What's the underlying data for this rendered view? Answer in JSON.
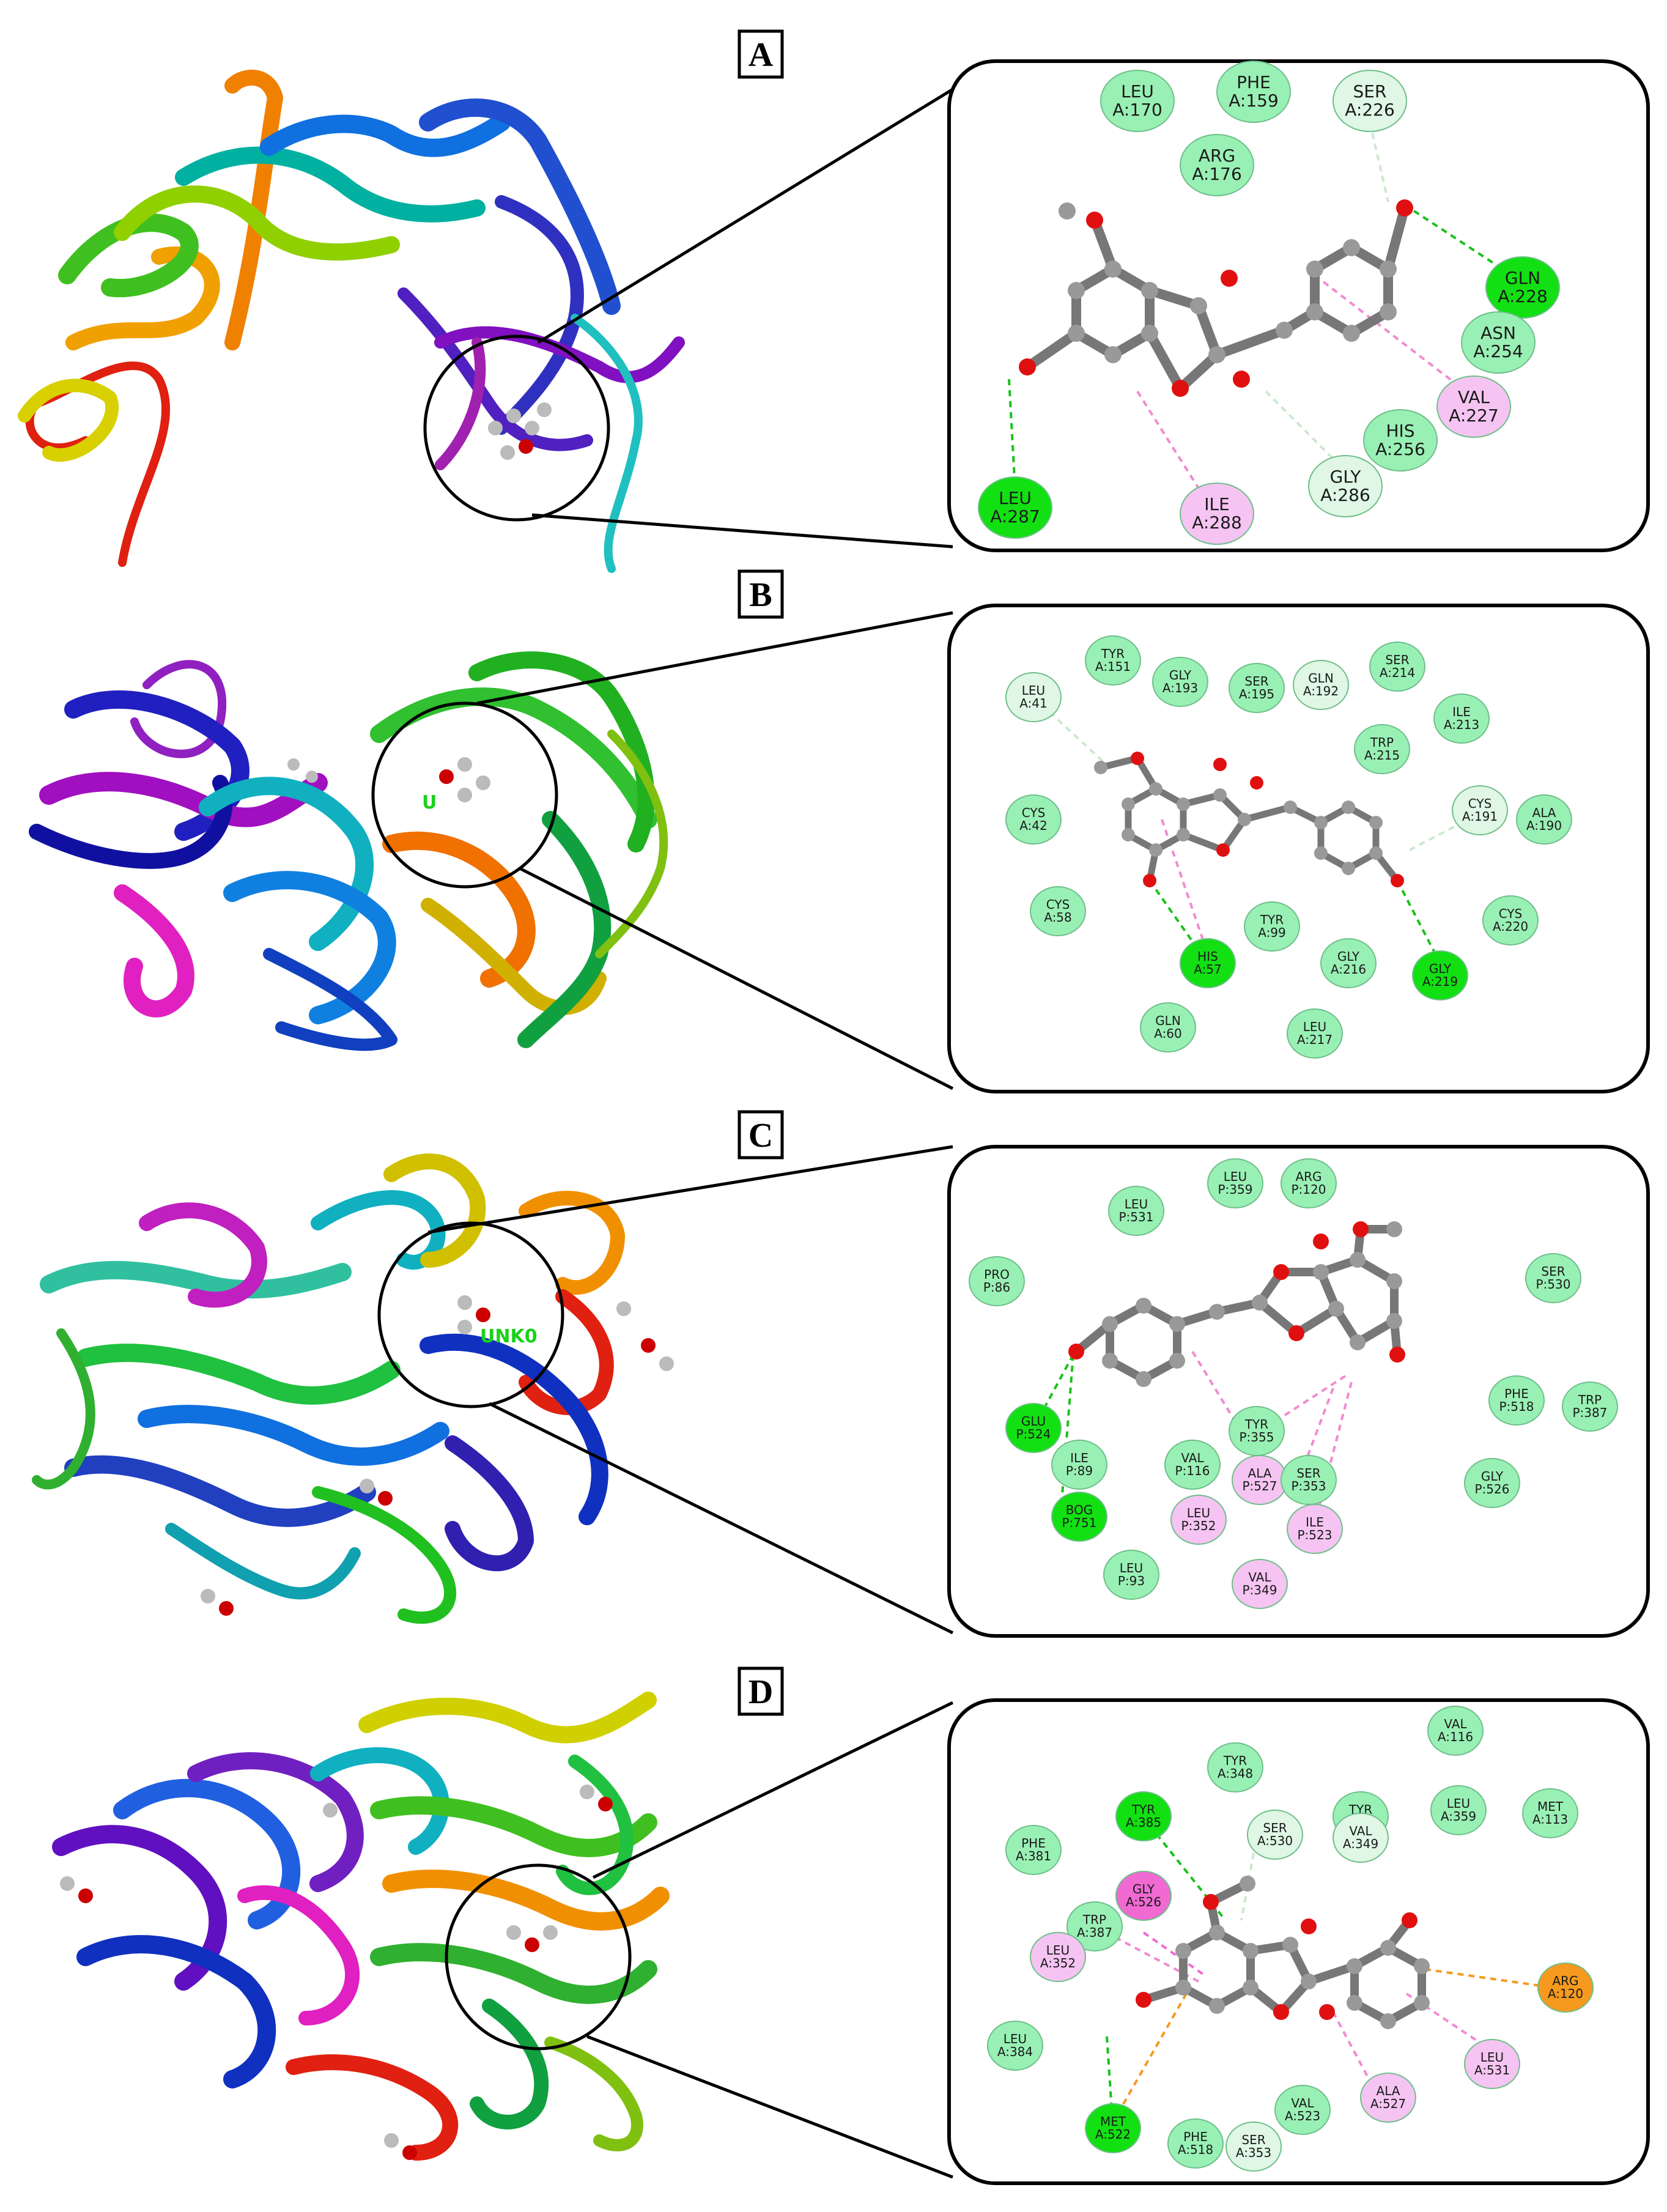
{
  "panels": [
    {
      "label": "A",
      "residues": [
        {
          "code": "LEU",
          "id": "A:170",
          "type": "vdw"
        },
        {
          "code": "PHE",
          "id": "A:159",
          "type": "vdw"
        },
        {
          "code": "SER",
          "id": "A:226",
          "type": "ch"
        },
        {
          "code": "ARG",
          "id": "A:176",
          "type": "vdw"
        },
        {
          "code": "GLN",
          "id": "A:228",
          "type": "hb"
        },
        {
          "code": "ASN",
          "id": "A:254",
          "type": "vdw"
        },
        {
          "code": "VAL",
          "id": "A:227",
          "type": "pi"
        },
        {
          "code": "HIS",
          "id": "A:256",
          "type": "vdw"
        },
        {
          "code": "GLY",
          "id": "A:286",
          "type": "ch"
        },
        {
          "code": "ILE",
          "id": "A:288",
          "type": "pi"
        },
        {
          "code": "LEU",
          "id": "A:287",
          "type": "hb"
        }
      ]
    },
    {
      "label": "B",
      "residues": [
        {
          "code": "TYR",
          "id": "A:151",
          "type": "vdw"
        },
        {
          "code": "LEU",
          "id": "A:41",
          "type": "ch"
        },
        {
          "code": "GLY",
          "id": "A:193",
          "type": "vdw"
        },
        {
          "code": "SER",
          "id": "A:195",
          "type": "vdw"
        },
        {
          "code": "GLN",
          "id": "A:192",
          "type": "ch"
        },
        {
          "code": "SER",
          "id": "A:214",
          "type": "vdw"
        },
        {
          "code": "ILE",
          "id": "A:213",
          "type": "vdw"
        },
        {
          "code": "TRP",
          "id": "A:215",
          "type": "vdw"
        },
        {
          "code": "CYS",
          "id": "A:42",
          "type": "vdw"
        },
        {
          "code": "CYS",
          "id": "A:191",
          "type": "ch"
        },
        {
          "code": "ALA",
          "id": "A:190",
          "type": "vdw"
        },
        {
          "code": "CYS",
          "id": "A:58",
          "type": "vdw"
        },
        {
          "code": "TYR",
          "id": "A:99",
          "type": "vdw"
        },
        {
          "code": "HIS",
          "id": "A:57",
          "type": "hb"
        },
        {
          "code": "GLY",
          "id": "A:216",
          "type": "vdw"
        },
        {
          "code": "GLY",
          "id": "A:219",
          "type": "hb"
        },
        {
          "code": "CYS",
          "id": "A:220",
          "type": "vdw"
        },
        {
          "code": "GLN",
          "id": "A:60",
          "type": "vdw"
        },
        {
          "code": "LEU",
          "id": "A:217",
          "type": "vdw"
        }
      ]
    },
    {
      "label": "C",
      "ligand_label": "UNK0",
      "residues": [
        {
          "code": "LEU",
          "id": "P:359",
          "type": "vdw"
        },
        {
          "code": "LEU",
          "id": "P:531",
          "type": "vdw"
        },
        {
          "code": "ARG",
          "id": "P:120",
          "type": "vdw"
        },
        {
          "code": "PRO",
          "id": "P:86",
          "type": "vdw"
        },
        {
          "code": "SER",
          "id": "P:530",
          "type": "vdw"
        },
        {
          "code": "PHE",
          "id": "P:518",
          "type": "vdw"
        },
        {
          "code": "TRP",
          "id": "P:387",
          "type": "vdw"
        },
        {
          "code": "GLU",
          "id": "P:524",
          "type": "hb"
        },
        {
          "code": "TYR",
          "id": "P:355",
          "type": "vdw"
        },
        {
          "code": "ILE",
          "id": "P:89",
          "type": "vdw"
        },
        {
          "code": "VAL",
          "id": "P:116",
          "type": "vdw"
        },
        {
          "code": "ALA",
          "id": "P:527",
          "type": "pi"
        },
        {
          "code": "SER",
          "id": "P:353",
          "type": "vdw"
        },
        {
          "code": "GLY",
          "id": "P:526",
          "type": "vdw"
        },
        {
          "code": "BOG",
          "id": "P:751",
          "type": "hb"
        },
        {
          "code": "LEU",
          "id": "P:352",
          "type": "pi"
        },
        {
          "code": "ILE",
          "id": "P:523",
          "type": "pi"
        },
        {
          "code": "LEU",
          "id": "P:93",
          "type": "vdw"
        },
        {
          "code": "VAL",
          "id": "P:349",
          "type": "pi"
        }
      ]
    },
    {
      "label": "D",
      "residues": [
        {
          "code": "VAL",
          "id": "A:116",
          "type": "vdw"
        },
        {
          "code": "TYR",
          "id": "A:348",
          "type": "vdw"
        },
        {
          "code": "TYR",
          "id": "A:385",
          "type": "hb"
        },
        {
          "code": "TYR",
          "id": "A:355",
          "type": "vdw"
        },
        {
          "code": "LEU",
          "id": "A:359",
          "type": "vdw"
        },
        {
          "code": "MET",
          "id": "A:113",
          "type": "vdw"
        },
        {
          "code": "SER",
          "id": "A:530",
          "type": "ch"
        },
        {
          "code": "VAL",
          "id": "A:349",
          "type": "ch"
        },
        {
          "code": "PHE",
          "id": "A:381",
          "type": "vdw"
        },
        {
          "code": "GLY",
          "id": "A:526",
          "type": "amide"
        },
        {
          "code": "TRP",
          "id": "A:387",
          "type": "vdw"
        },
        {
          "code": "LEU",
          "id": "A:352",
          "type": "pi"
        },
        {
          "code": "ARG",
          "id": "A:120",
          "type": "cation"
        },
        {
          "code": "LEU",
          "id": "A:384",
          "type": "vdw"
        },
        {
          "code": "LEU",
          "id": "A:531",
          "type": "pi"
        },
        {
          "code": "VAL",
          "id": "A:523",
          "type": "vdw"
        },
        {
          "code": "ALA",
          "id": "A:527",
          "type": "pi"
        },
        {
          "code": "MET",
          "id": "A:522",
          "type": "hb"
        },
        {
          "code": "PHE",
          "id": "A:518",
          "type": "vdw"
        },
        {
          "code": "SER",
          "id": "A:353",
          "type": "ch"
        }
      ]
    }
  ],
  "colors": {
    "vdw": "#99f0b4",
    "ch": "#dff7e4",
    "hb": "#12e012",
    "pi": "#f5c4f2",
    "amide": "#f06ad2",
    "cation": "#f59a1e",
    "hbond_line": "#1ac21a",
    "pi_line": "#f08bcf",
    "bond": "#777777",
    "atom_c": "#9a9a9a",
    "atom_o": "#e01010"
  }
}
